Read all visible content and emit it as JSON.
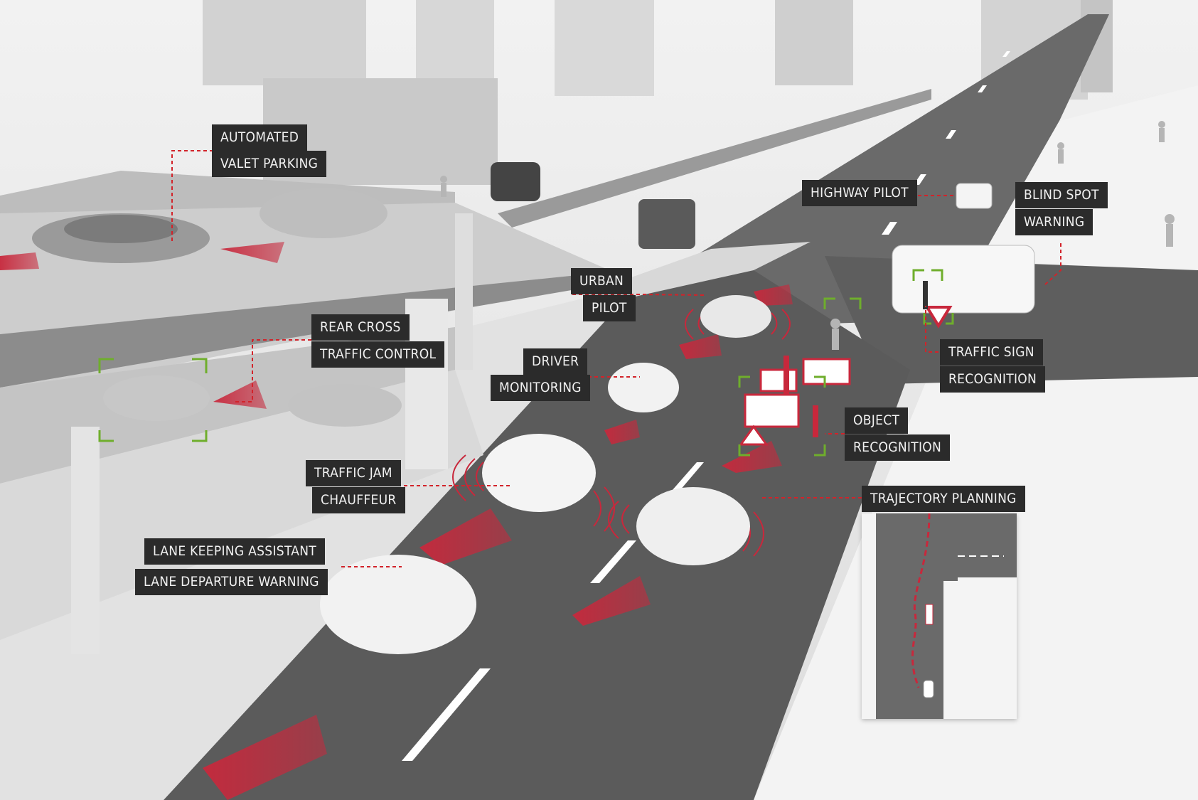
{
  "labels": {
    "automated_valet_1": "AUTOMATED",
    "automated_valet_2": "VALET PARKING",
    "rear_cross_1": "REAR CROSS",
    "rear_cross_2": "TRAFFIC CONTROL",
    "urban_pilot_1": "URBAN",
    "urban_pilot_2": "PILOT",
    "driver_monitoring_1": "DRIVER",
    "driver_monitoring_2": "MONITORING",
    "traffic_jam_1": "TRAFFIC JAM",
    "traffic_jam_2": "CHAUFFEUR",
    "lane_keeping": "LANE KEEPING ASSISTANT",
    "lane_departure": "LANE DEPARTURE WARNING",
    "highway_pilot": "HIGHWAY PILOT",
    "blind_spot_1": "BLIND SPOT",
    "blind_spot_2": "WARNING",
    "traffic_sign_1": "TRAFFIC SIGN",
    "traffic_sign_2": "RECOGNITION",
    "object_recognition_1": "OBJECT",
    "object_recognition_2": "RECOGNITION",
    "trajectory_planning": "TRAJECTORY PLANNING"
  },
  "colors": {
    "sensor_red": "#c8283c",
    "leader_red": "#d2232a",
    "detect_green": "#6fae2c",
    "label_bg": "#2b2b2b",
    "road": "#5b5b5b"
  }
}
